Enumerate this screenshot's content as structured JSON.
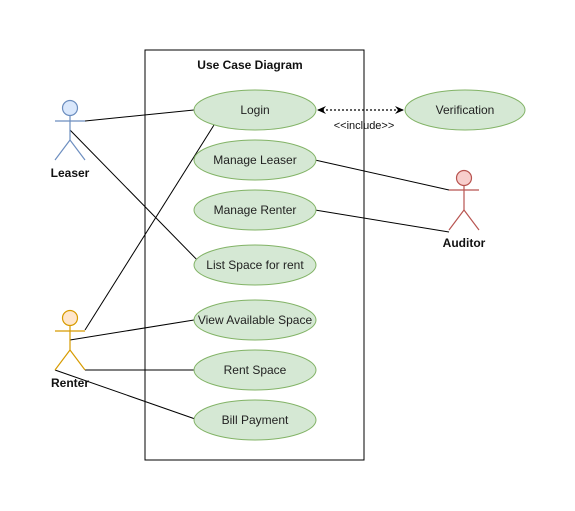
{
  "diagram": {
    "system_title": "Use Case Diagram",
    "use_cases": {
      "login": "Login",
      "manage_leaser": "Manage Leaser",
      "manage_renter": "Manage Renter",
      "list_space": "List Space for rent",
      "view_space": "View Available Space",
      "rent_space": "Rent Space",
      "bill_payment": "Bill Payment",
      "verification": "Verification"
    },
    "actors": {
      "leaser": "Leaser",
      "renter": "Renter",
      "auditor": "Auditor"
    },
    "include_label": "<<include>>"
  },
  "colors": {
    "usecase_fill": "#d5e8d4",
    "usecase_stroke": "#82b366",
    "leaser_fill": "#dae8fc",
    "leaser_stroke": "#6c8ebf",
    "renter_fill": "#ffe6cc",
    "renter_stroke": "#d79b00",
    "auditor_fill": "#f8cecc",
    "auditor_stroke": "#b85450",
    "line": "#000000"
  }
}
